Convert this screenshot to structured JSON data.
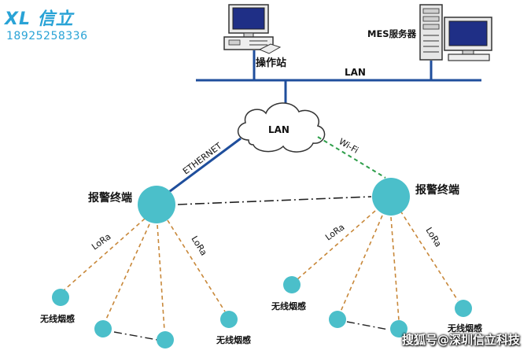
{
  "brand": {
    "logo": "XL 信立",
    "phone": "18925258336"
  },
  "watermark": "搜狐号@深圳信立科技",
  "labels": {
    "operator_station": "操作站",
    "mes_server": "MES服务器",
    "lan_bus": "LAN",
    "lan_cloud": "LAN",
    "ethernet": "ETHERNET",
    "wifi": "Wi-Fi",
    "alarm_left": "报警终端",
    "alarm_right": "报警终端",
    "lora": "LoRa",
    "sensor": "无线烟感"
  },
  "colors": {
    "bus": "#1f4e9c",
    "node": "#4bbfca",
    "lora_link": "#c8883a",
    "wifi_link": "#2e9e4a",
    "peer_link": "#222222"
  }
}
